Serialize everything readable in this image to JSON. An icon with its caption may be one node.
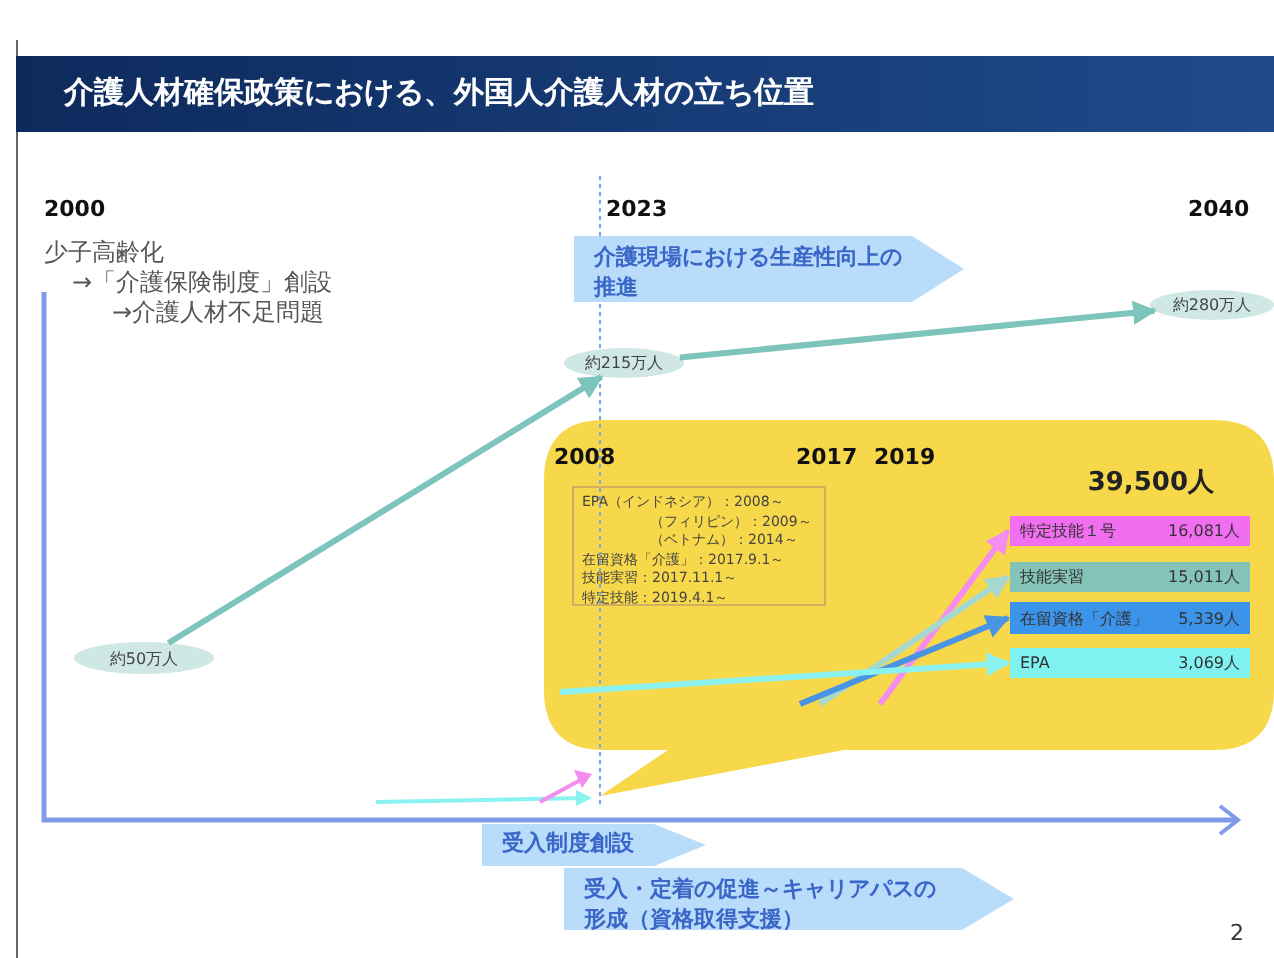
{
  "diagram": {
    "title": "介護人材確保政策における、外国人介護人材の立ち位置",
    "nodes": [
      {
        "text": [
          "約50万人"
        ]
      },
      {
        "text": [
          "約215万人"
        ]
      },
      {
        "text": [
          "約280万人"
        ]
      },
      {
        "text": [
          "39,500人"
        ]
      },
      {
        "text": [
          "EPA（インドネシア）：2008～",
          "（フィリピン）：2009～",
          "（ベトナム）：2014～",
          "在留資格「介護」：2017.9.1～",
          "技能実習：2017.11.1～",
          "特定技能：2019.4.1～"
        ],
        "in": 3
      },
      {
        "text": [
          "特定技能１号",
          "16,081人"
        ],
        "in": 3
      },
      {
        "text": [
          "技能実習",
          "15,011人"
        ],
        "in": 3
      },
      {
        "text": [
          "在留資格「介護」",
          "5,339人"
        ],
        "in": 3
      },
      {
        "text": [
          "EPA",
          "3,069人"
        ],
        "in": 3
      },
      {
        "text": [
          "介護現場における生産性向上の推進"
        ]
      },
      {
        "text": [
          "受入制度創設"
        ]
      },
      {
        "text": [
          "受入・定着の促進～キャリアパスの形成（資格取得支援）"
        ]
      }
    ],
    "edges": [
      {
        "from": 0,
        "to": 1,
        "arrow": "to",
        "color": "#7cc4bc"
      },
      {
        "from": 1,
        "to": 2,
        "arrow": "to",
        "color": "#7cc4bc"
      },
      {
        "from": null,
        "to": 5,
        "arrow": "to",
        "color": "#f58cf0"
      },
      {
        "from": null,
        "to": 6,
        "arrow": "to",
        "color": "#a6d8cf"
      },
      {
        "from": null,
        "to": 7,
        "arrow": "to",
        "color": "#4a94e4"
      },
      {
        "from": null,
        "to": 8,
        "arrow": "to",
        "color": "#8af2f0"
      }
    ],
    "labels": [
      "2000",
      "2023",
      "2040",
      "少子高齢化",
      "→「介護保険制度」創設",
      "→介護人材不足問題",
      "2008",
      "2017",
      "2019",
      "2"
    ]
  }
}
